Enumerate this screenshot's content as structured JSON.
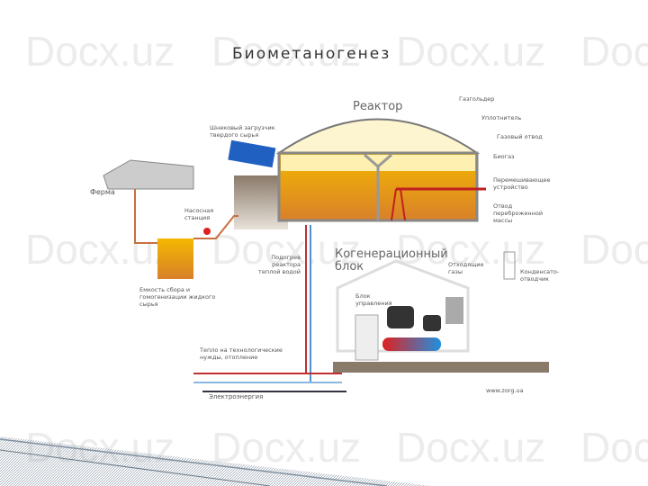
{
  "title": "Биометаногенез",
  "watermark": "Docx.uz",
  "diagram": {
    "reactor": "Реактор",
    "gasholder": "Газгольдер",
    "seal": "Уплотнитель",
    "gas_outlet": "Газовый отвод",
    "biogas": "Биогаз",
    "mixer": "Перемешивающее устройство",
    "digestate": "Отвод переброженной массы",
    "screw_loader": "Шнековый загрузчик твердого сырья",
    "farm": "Ферма",
    "pump": "Насосная станция",
    "tank": "Емкость сбора и гомогенизации жидкого сырья",
    "heating": "Подогрев реактора теплой водой",
    "chp": "Когенерационный блок",
    "exhaust": "Отходящие газы",
    "condensate": "Конденсато-отводчик",
    "control": "Блок управления",
    "heat": "Тепло на технологические нужды, отопление",
    "electricity": "Электроэнергия",
    "site": "www.zorg.ua"
  }
}
